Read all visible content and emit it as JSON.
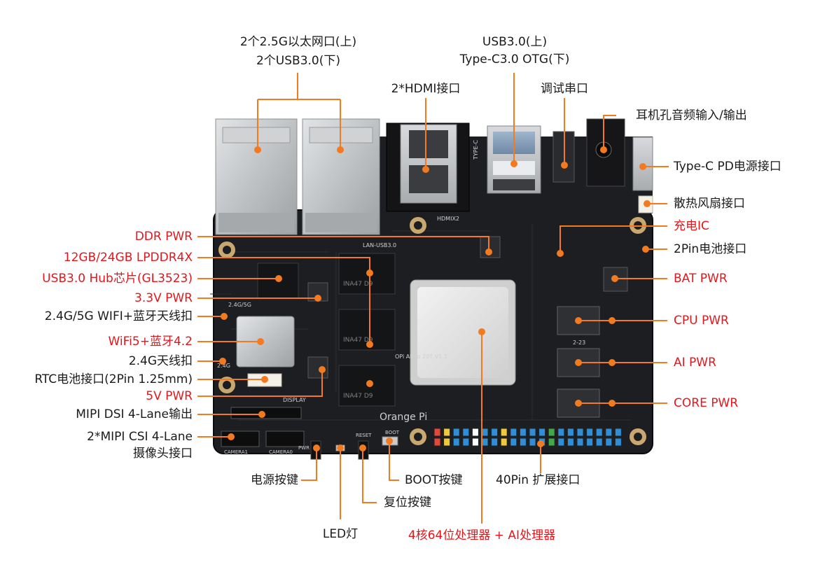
{
  "colors": {
    "accent": "#f47a20",
    "highlight_text": "#e5161b",
    "text": "#1a1a1a",
    "board": "#1d1e21"
  },
  "board": {
    "silk_lan": "LAN-USB3.0",
    "silk_hdmi": "HDMIX2",
    "silk_typec": "TYPE-C",
    "silk_wifi": "2.4G/5G",
    "silk_24g": "2.4G",
    "silk_display": "DISPLAY",
    "silk_camera1": "CAMERA1",
    "silk_camera0": "CAMERA0",
    "silk_model": "OPi AIpro 20T V1.1",
    "silk_brand": "Orange Pi",
    "silk_reset": "RESET",
    "silk_boot": "BOOT",
    "silk_pwr": "PWR",
    "silk_date": "2-23",
    "chip_ram": "INA47 D9"
  },
  "labels": {
    "ethernet_line1": "2个2.5G以太网口(上)",
    "ethernet_line2": "2个USB3.0(下)",
    "usb_line1": "USB3.0(上)",
    "usb_line2": "Type-C3.0 OTG(下)",
    "hdmi": "2*HDMI接口",
    "debug_serial": "调试串口",
    "audio_jack": "耳机孔音频输入/输出",
    "typec_pd": "Type-C PD电源接口",
    "fan": "散热风扇接口",
    "charge_ic": "充电IC",
    "battery": "2Pin电池接口",
    "bat_pwr": "BAT PWR",
    "cpu_pwr": "CPU PWR",
    "ai_pwr": "AI PWR",
    "core_pwr": "CORE PWR",
    "ddr_pwr": "DDR PWR",
    "lpddr": "12GB/24GB LPDDR4X",
    "usb_hub": "USB3.0 Hub芯片(GL3523)",
    "pwr_3v3": "3.3V PWR",
    "wifi_bt_antenna": "2.4G/5G WIFI+蓝牙天线扣",
    "wifi_module": "WiFi5+蓝牙4.2",
    "antenna_24g": "2.4G天线扣",
    "rtc": "RTC电池接口(2Pin 1.25mm)",
    "pwr_5v": "5V PWR",
    "mipi_dsi": "MIPI DSI 4-Lane输出",
    "mipi_csi_line1": "2*MIPI CSI 4-Lane",
    "mipi_csi_line2": "摄像头接口",
    "power_button": "电源按键",
    "boot_button": "BOOT按键",
    "gpio_header": "40Pin 扩展接口",
    "reset_button": "复位按键",
    "led": "LED灯",
    "processor": "4核64位处理器 + AI处理器"
  }
}
